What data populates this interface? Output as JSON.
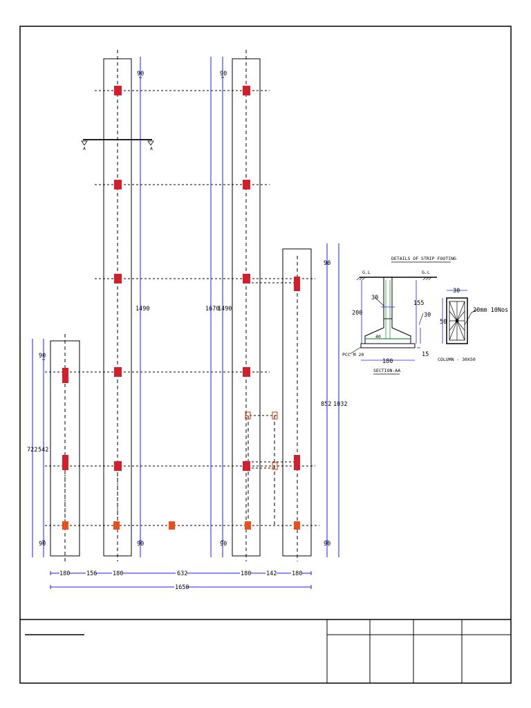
{
  "colors": {
    "dimension": "#1a1aff",
    "column": "#d41e2c",
    "column_small": "#e8501c",
    "line": "#000000",
    "detail_green": "#1e9e3c"
  },
  "plan": {
    "dim_90_a": "90",
    "dim_90_b": "90",
    "dim_90_c": "90",
    "dim_90_d": "90",
    "dim_90_e": "90",
    "dim_90_f": "90",
    "dim_90_g": "90",
    "dim_90_h": "90",
    "dim_1490_a": "1490",
    "dim_1670": "1670",
    "dim_1490_b": "1490",
    "dim_852": "852",
    "dim_1032": "1032",
    "dim_722": "722",
    "dim_542": "542",
    "bottom_dims": [
      "180",
      "156",
      "180",
      "632",
      "180",
      "142",
      "180"
    ],
    "overall": "1650",
    "section_mark": "A"
  },
  "detail": {
    "title": "DETAILS OF STRIP FOOTING",
    "gl_left": "G.L",
    "gl_right": "G.L",
    "dim_30_top": "30",
    "dim_200": "200",
    "dim_155": "155",
    "dim_30_right": "30",
    "dim_40": "40",
    "dim_15": "15",
    "dim_180": "180",
    "pcc": "PCC M 20",
    "section_label": "SECTION-AA"
  },
  "column": {
    "dim_30": "30",
    "dim_50": "50",
    "bars": "20mm 10Nos",
    "label": "COLUMN - 30X50"
  }
}
